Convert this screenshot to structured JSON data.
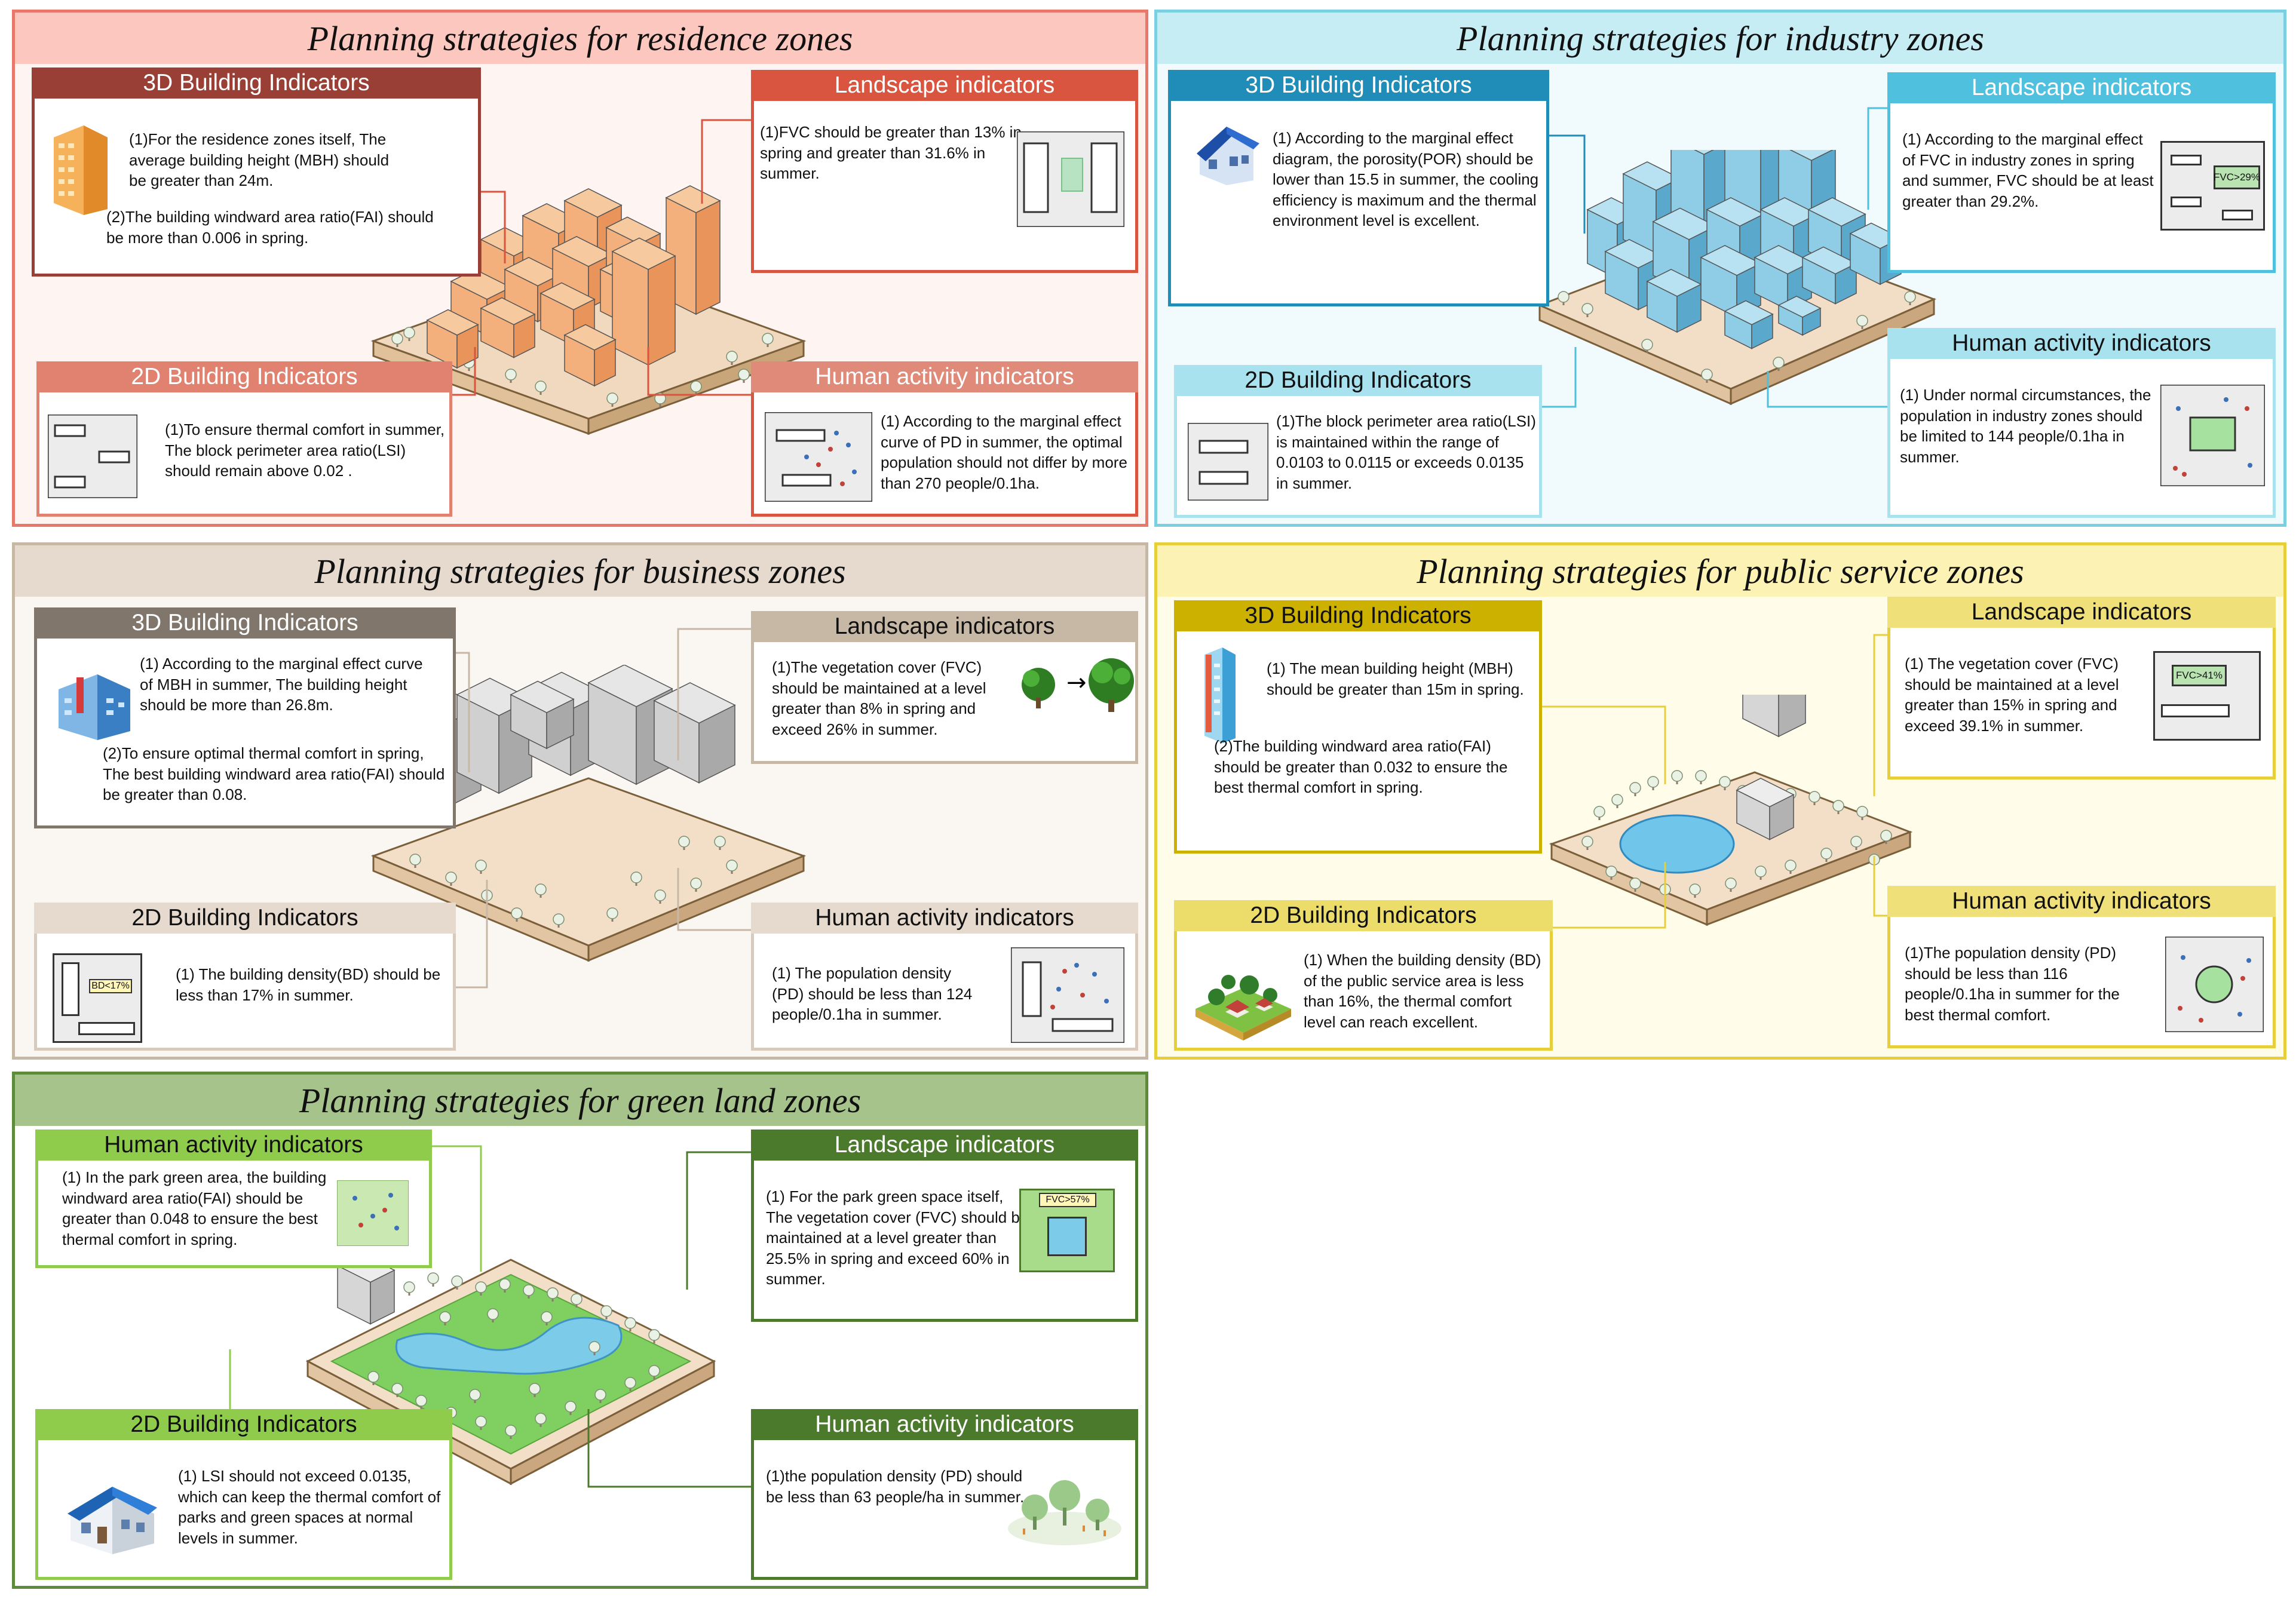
{
  "panels": [
    {
      "id": "residence",
      "title": "Planning strategies for residence zones",
      "border": "#e8796a",
      "fill": "#fef4f1",
      "titlebar": "#fcc7be",
      "cards": {
        "building3d": {
          "header": "3D Building Indicators",
          "headerColor": "#9a3f36",
          "border": "#9a3f36",
          "paragraphs": [
            "(1)For the residence zones itself, The average building height (MBH) should be greater than 24m.",
            "(2)The building windward area ratio(FAI) should be more than 0.006 in spring."
          ]
        },
        "landscape": {
          "header": "Landscape indicators",
          "headerColor": "#d9553f",
          "border": "#d9553f",
          "paragraphs": [
            "(1)FVC should be greater than 13% in spring and greater than 31.6% in summer."
          ]
        },
        "building2d": {
          "header": "2D Building Indicators",
          "headerColor": "#e0826f",
          "border": "#e0826f",
          "paragraphs": [
            "(1)To ensure thermal comfort in summer, The block perimeter area ratio(LSI) should remain above 0.02 ."
          ]
        },
        "human": {
          "header": "Human activity indicators",
          "headerColor": "#e08a79",
          "border": "#d9553f",
          "paragraphs": [
            "(1) According to the marginal effect curve of PD in summer, the optimal population should not differ by more than 270 people/0.1ha."
          ]
        }
      }
    },
    {
      "id": "industry",
      "title": "Planning strategies for industry zones",
      "border": "#7ccfe0",
      "fill": "#f1fbfd",
      "titlebar": "#c6ecf4",
      "cards": {
        "building3d": {
          "header": "3D Building Indicators",
          "headerColor": "#1f8db7",
          "border": "#1f8db7",
          "paragraphs": [
            "(1) According to the marginal effect diagram, the porosity(POR) should be lower than 15.5 in summer, the cooling efficiency is maximum and the thermal environment level is excellent."
          ]
        },
        "landscape": {
          "header": "Landscape indicators",
          "headerColor": "#4fc0de",
          "border": "#4fc0de",
          "paragraphs": [
            "(1) According to the marginal effect of FVC in industry zones in spring and summer, FVC should be at least greater than 29.2%."
          ],
          "badge": "FVC>29%"
        },
        "building2d": {
          "header": "2D Building Indicators",
          "headerColor": "#a9e2ef",
          "border": "#a9e2ef",
          "headerText": "#111",
          "paragraphs": [
            "(1)The block perimeter area ratio(LSI) is maintained within the range of 0.0103 to 0.0115 or exceeds 0.0135 in summer."
          ]
        },
        "human": {
          "header": "Human activity indicators",
          "headerColor": "#a9e2ef",
          "border": "#a9e2ef",
          "headerText": "#111",
          "paragraphs": [
            "(1) Under normal circumstances, the population in industry zones should be limited to 144 people/0.1ha in summer."
          ]
        }
      }
    },
    {
      "id": "business",
      "title": "Planning strategies for business zones",
      "border": "#c7b8a6",
      "fill": "#faf7f3",
      "titlebar": "#e5dacd",
      "cards": {
        "building3d": {
          "header": "3D Building Indicators",
          "headerColor": "#80766b",
          "border": "#80766b",
          "paragraphs": [
            "(1) According to the marginal effect curve of MBH in summer, The building height should be more than 26.8m.",
            "(2)To ensure optimal thermal comfort in spring, The best building windward area ratio(FAI) should be greater than 0.08."
          ]
        },
        "landscape": {
          "header": "Landscape indicators",
          "headerColor": "#c7b8a6",
          "border": "#c7b8a6",
          "headerText": "#111",
          "paragraphs": [
            "(1)The vegetation cover (FVC) should be maintained at a level greater than 8% in spring and exceed 26% in summer."
          ]
        },
        "building2d": {
          "header": "2D Building Indicators",
          "headerColor": "#e5dacd",
          "border": "#d8cbbd",
          "headerText": "#111",
          "paragraphs": [
            "(1) The building density(BD) should be less than 17% in summer."
          ],
          "badge": "BD<17%"
        },
        "human": {
          "header": "Human activity indicators",
          "headerColor": "#e5dacd",
          "border": "#d8cbbd",
          "headerText": "#111",
          "paragraphs": [
            "(1) The population density (PD) should be less than 124 people/0.1ha in summer."
          ]
        }
      }
    },
    {
      "id": "public",
      "title": "Planning strategies for public service zones",
      "border": "#e6cf3a",
      "fill": "#fffde9",
      "titlebar": "#fbf2b4",
      "cards": {
        "building3d": {
          "header": "3D Building Indicators",
          "headerColor": "#cdb100",
          "border": "#cdb100",
          "headerText": "#111",
          "paragraphs": [
            "(1) The mean building height (MBH) should be greater than 15m in spring.",
            "(2)The building windward area ratio(FAI) should be greater than 0.032 to ensure the best thermal comfort in spring."
          ]
        },
        "landscape": {
          "header": "Landscape indicators",
          "headerColor": "#f0e07a",
          "border": "#e6cf3a",
          "headerText": "#111",
          "paragraphs": [
            "(1) The vegetation cover (FVC) should be maintained at a level greater than 15% in spring and exceed 39.1% in summer."
          ],
          "badge": "FVC>41%"
        },
        "building2d": {
          "header": "2D Building Indicators",
          "headerColor": "#ecdc6a",
          "border": "#e6cf3a",
          "headerText": "#111",
          "paragraphs": [
            "(1) When the building density (BD) of the public service area is less than 16%, the thermal comfort level can reach excellent."
          ]
        },
        "human": {
          "header": "Human activity indicators",
          "headerColor": "#f0e07a",
          "border": "#e6cf3a",
          "headerText": "#111",
          "paragraphs": [
            "(1)The population density (PD) should be less than 116 people/0.1ha in summer for the best thermal comfort."
          ]
        }
      }
    },
    {
      "id": "green",
      "title": "Planning strategies for green  land zones",
      "border": "#5d8b3c",
      "fill": "#ffffff",
      "titlebar": "#a6c38c",
      "cards": {
        "human1": {
          "header": "Human activity indicators",
          "headerColor": "#8fcc4c",
          "border": "#8fcc4c",
          "headerText": "#111",
          "paragraphs": [
            "(1) In the park green area, the building windward area ratio(FAI) should be greater than 0.048 to ensure the best thermal comfort in spring."
          ]
        },
        "landscape": {
          "header": "Landscape indicators",
          "headerColor": "#4c7a2c",
          "border": "#4c7a2c",
          "paragraphs": [
            "(1) For the park green space itself, The vegetation cover (FVC) should be maintained at a level greater than 25.5% in spring and exceed 60% in summer."
          ],
          "badge": "FVC>57%"
        },
        "building2d": {
          "header": "2D Building Indicators",
          "headerColor": "#8fcc4c",
          "border": "#8fcc4c",
          "headerText": "#111",
          "paragraphs": [
            "(1) LSI should not exceed 0.0135, which can keep the thermal comfort of parks and green spaces at normal levels in summer."
          ]
        },
        "human2": {
          "header": "Human activity indicators",
          "headerColor": "#4c7a2c",
          "border": "#4c7a2c",
          "paragraphs": [
            "(1)the population density (PD) should be less than 63 people/ha in summer."
          ]
        }
      }
    }
  ]
}
